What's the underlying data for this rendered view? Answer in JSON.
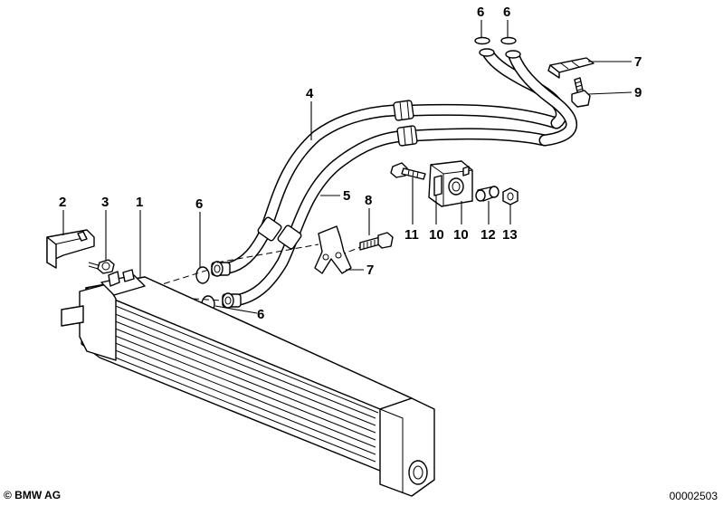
{
  "labels": [
    {
      "id": "label-1",
      "text": "1"
    },
    {
      "id": "label-2",
      "text": "2"
    },
    {
      "id": "label-3",
      "text": "3"
    },
    {
      "id": "label-4",
      "text": "4"
    },
    {
      "id": "label-5",
      "text": "5"
    },
    {
      "id": "label-6a",
      "text": "6"
    },
    {
      "id": "label-6b",
      "text": "6"
    },
    {
      "id": "label-6c",
      "text": "6"
    },
    {
      "id": "label-6d",
      "text": "6"
    },
    {
      "id": "label-7a",
      "text": "7"
    },
    {
      "id": "label-7b",
      "text": "7"
    },
    {
      "id": "label-8",
      "text": "8"
    },
    {
      "id": "label-9",
      "text": "9"
    },
    {
      "id": "label-10a",
      "text": "10"
    },
    {
      "id": "label-10b",
      "text": "10"
    },
    {
      "id": "label-11",
      "text": "11"
    },
    {
      "id": "label-12",
      "text": "12"
    },
    {
      "id": "label-13",
      "text": "13"
    }
  ],
  "footer": {
    "copyright": "© BMW AG",
    "document_number": "00002503"
  }
}
